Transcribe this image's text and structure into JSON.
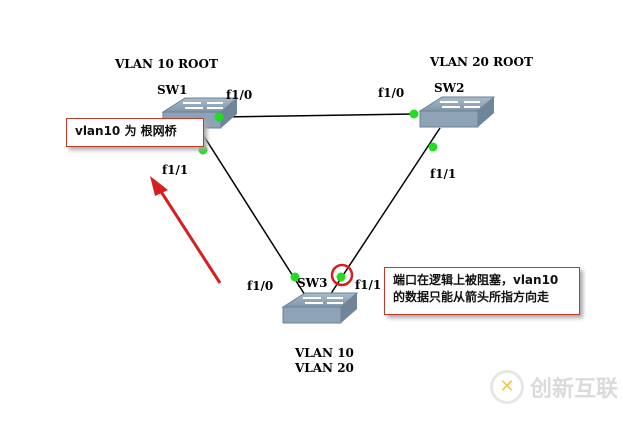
{
  "switches": {
    "sw1": {
      "name": "SW1",
      "role": "VLAN 10 ROOT"
    },
    "sw2": {
      "name": "SW2",
      "role": "VLAN 20 ROOT"
    },
    "sw3": {
      "name": "SW3",
      "vlans": [
        "VLAN 10",
        "VLAN 20"
      ]
    }
  },
  "ports": {
    "sw1_f10": "f1/0",
    "sw1_f11": "f1/1",
    "sw2_f10": "f1/0",
    "sw2_f11": "f1/1",
    "sw3_f10": "f1/0",
    "sw3_f11": "f1/1"
  },
  "notes": {
    "root": "vlan10 为 根网桥",
    "blocked_line1": "端口在逻辑上被阻塞，vlan10",
    "blocked_line2": "的数据只能从箭头所指方向走"
  },
  "watermark": "创新互联",
  "colors": {
    "link": "#000000",
    "port": "#22dd22",
    "highlight": "#d42020",
    "switch": "#8aa0b4"
  }
}
